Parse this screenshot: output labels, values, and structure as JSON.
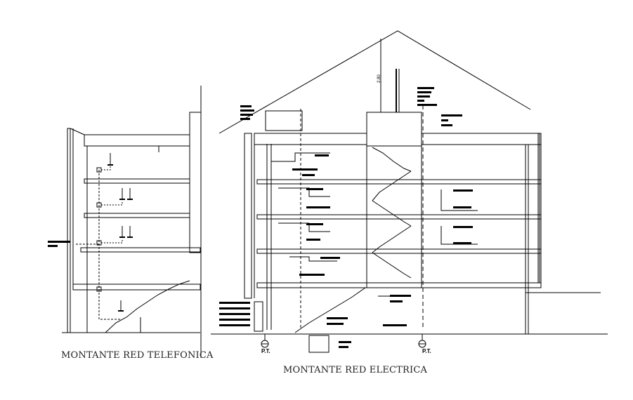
{
  "captions": {
    "telephone_riser": "MONTANTE RED TELEFONICA",
    "electric_riser": "MONTANTE RED ELECTRICA"
  },
  "ground_labels": {
    "left": "P.T.",
    "right": "P.T."
  },
  "dimension": {
    "mast_height": "2.80"
  },
  "colors": {
    "line": "#000000",
    "background": "#ffffff"
  }
}
